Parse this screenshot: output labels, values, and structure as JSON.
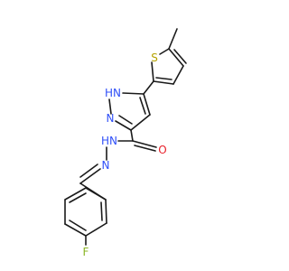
{
  "molecule": {
    "atoms": {
      "sulfur": "S",
      "pyrazole_nh": "HN",
      "pyrazole_n": "N",
      "hydrazide_nh": "HN",
      "imine_n": "N",
      "carbonyl_o": "O",
      "fluorine": "F"
    },
    "colors": {
      "bond": "#1a1a1a",
      "sulfur": "#b5a200",
      "nitrogen": "#3050f8",
      "oxygen": "#e8202a",
      "fluorine": "#8ab424"
    }
  }
}
